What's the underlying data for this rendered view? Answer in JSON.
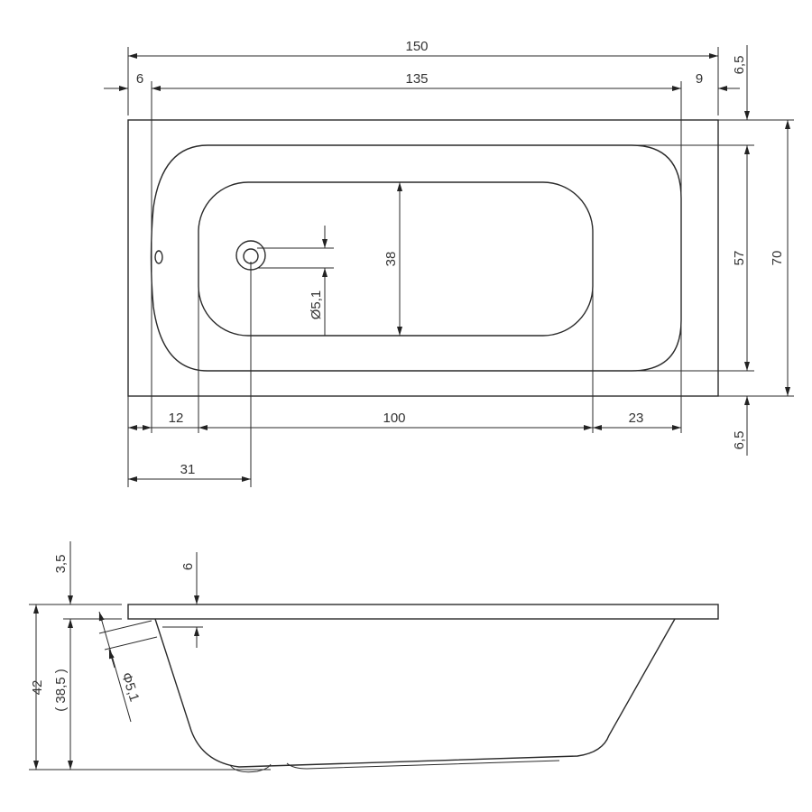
{
  "top_view": {
    "overall_length": "150",
    "inner_length": "135",
    "left_rim": "6",
    "right_rim": "9",
    "top_rim": "6,5",
    "bottom_rim": "6,5",
    "inner_width": "57",
    "overall_width": "70",
    "basin_width": "38",
    "drain_diameter": "Ø5,1",
    "left_offset": "12",
    "basin_length": "100",
    "right_offset": "23",
    "drain_position": "31"
  },
  "side_view": {
    "rim_top": "3,5",
    "rim_thickness": "6",
    "overall_height": "42",
    "inner_height": "( 38,5 )",
    "overflow_diameter": "Φ5,1"
  }
}
